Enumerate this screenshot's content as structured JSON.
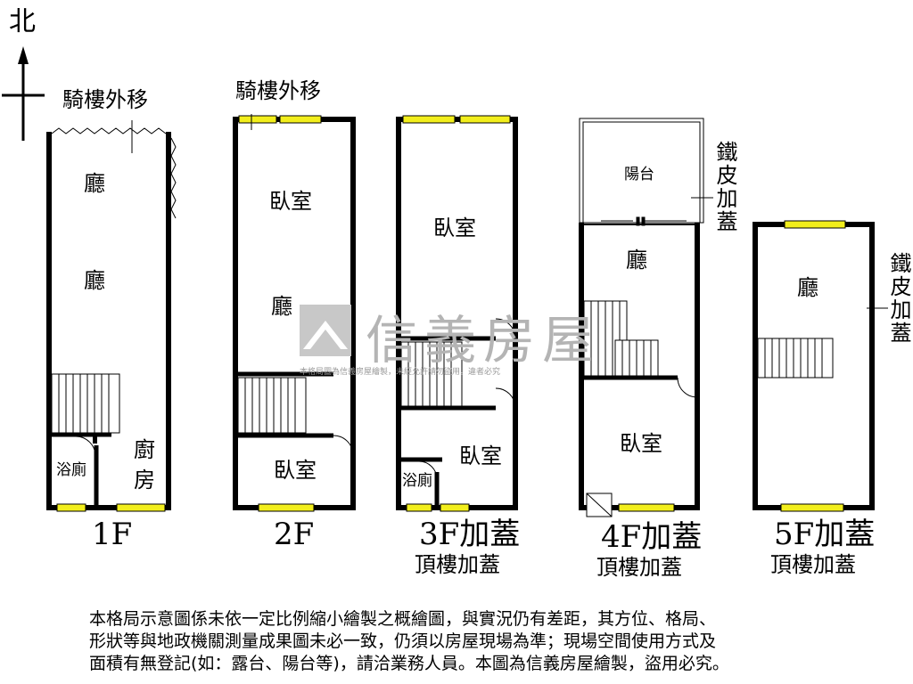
{
  "compass": {
    "north_label": "北"
  },
  "annotations": {
    "arcade_1f": "騎樓外移",
    "arcade_2f": "騎樓外移",
    "iron_roof_4f": "鐵皮加蓋",
    "iron_roof_5f": "鐵皮加蓋"
  },
  "floors": [
    {
      "label": "1F",
      "sub": "",
      "rooms": [
        "廳",
        "廳",
        "浴廁",
        "廚房"
      ]
    },
    {
      "label": "2F",
      "sub": "",
      "rooms": [
        "臥室",
        "廳",
        "臥室"
      ]
    },
    {
      "label": "3F加蓋",
      "sub": "頂樓加蓋",
      "rooms": [
        "臥室",
        "臥室",
        "浴廁"
      ]
    },
    {
      "label": "4F加蓋",
      "sub": "頂樓加蓋",
      "rooms": [
        "陽台",
        "廳",
        "臥室"
      ]
    },
    {
      "label": "5F加蓋",
      "sub": "頂樓加蓋",
      "rooms": [
        "廳"
      ]
    }
  ],
  "watermark": {
    "brand": "信義房屋",
    "small": "本格局圖為信義房屋繪製，未經允許請勿盜用，違者必究"
  },
  "disclaimer": [
    "本格局示意圖係未依一定比例縮小繪製之概繪圖，與實況仍有差距，其方位、格局、",
    "形狀等與地政機關測量成果圖未必一致，仍須以房屋現場為準；現場空間使用方式及",
    "面積有無登記(如：露台、陽台等)，請洽業務人員。本圖為信義房屋繪製，盜用必究。"
  ],
  "colors": {
    "wall": "#000000",
    "window": "#f2ee1c",
    "watermark": "#b4b4b4"
  }
}
